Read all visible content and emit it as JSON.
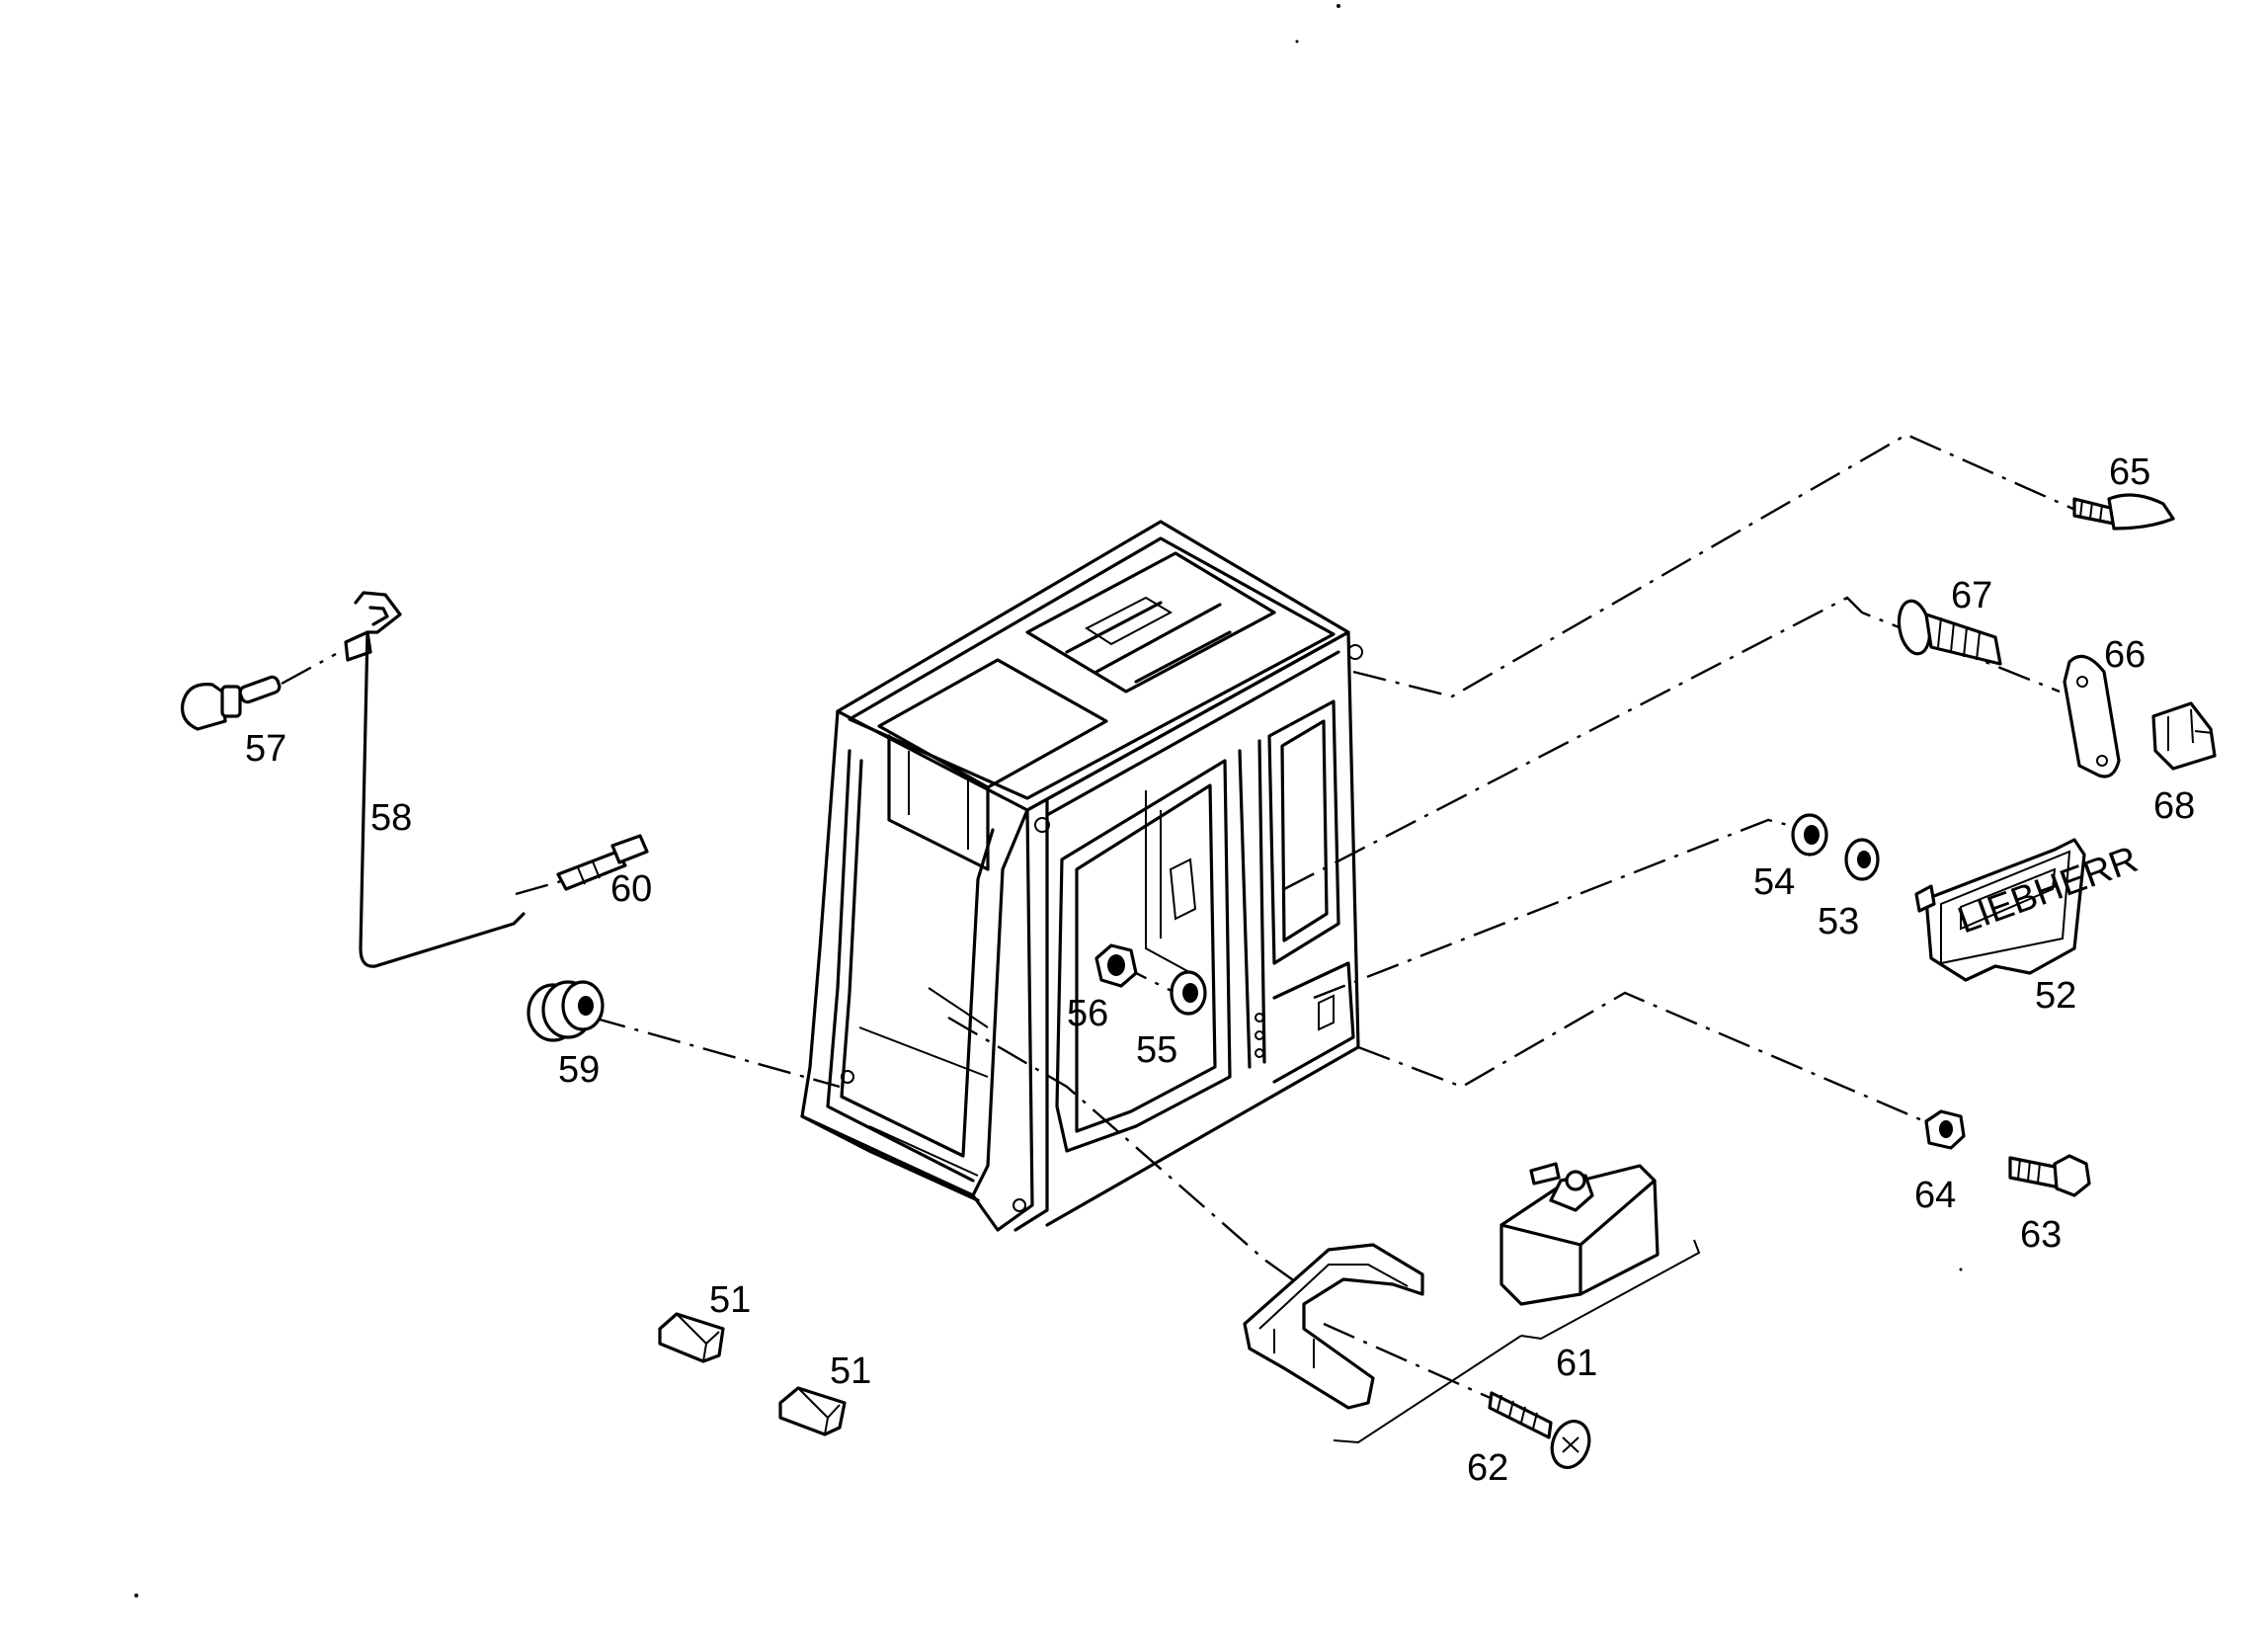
{
  "diagram": {
    "callouts": [
      {
        "id": "51a",
        "label": "51"
      },
      {
        "id": "51b",
        "label": "51"
      },
      {
        "id": "52",
        "label": "52"
      },
      {
        "id": "53",
        "label": "53"
      },
      {
        "id": "54",
        "label": "54"
      },
      {
        "id": "55",
        "label": "55"
      },
      {
        "id": "56",
        "label": "56"
      },
      {
        "id": "57",
        "label": "57"
      },
      {
        "id": "58",
        "label": "58"
      },
      {
        "id": "59",
        "label": "59"
      },
      {
        "id": "60",
        "label": "60"
      },
      {
        "id": "61",
        "label": "61"
      },
      {
        "id": "62",
        "label": "62"
      },
      {
        "id": "63",
        "label": "63"
      },
      {
        "id": "64",
        "label": "64"
      },
      {
        "id": "65",
        "label": "65"
      },
      {
        "id": "66",
        "label": "66"
      },
      {
        "id": "67",
        "label": "67"
      },
      {
        "id": "68",
        "label": "68"
      }
    ],
    "nameplate_text": "LIEBHERR"
  }
}
